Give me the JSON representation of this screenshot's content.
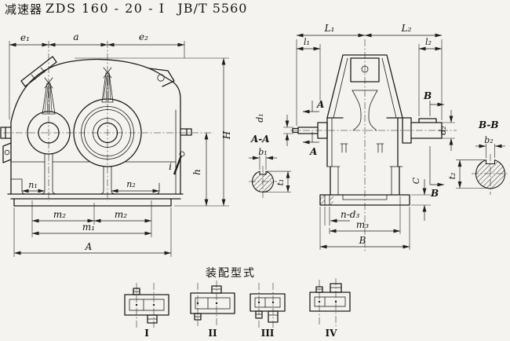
{
  "title": {
    "product": "减速器",
    "model": "ZDS 160 - 20 - I",
    "standard": "JB/T 5560"
  },
  "front_view": {
    "dim_e1": "e₁",
    "dim_a": "a",
    "dim_e2": "e₂",
    "dim_H": "H",
    "dim_h": "h",
    "dim_n1": "n₁",
    "dim_n2": "n₂",
    "dim_m2_left": "m₂",
    "dim_m2_right": "m₂",
    "dim_m1": "m₁",
    "dim_A": "A",
    "label_i": "i"
  },
  "side_view": {
    "dim_L1": "L₁",
    "dim_L2": "L₂",
    "dim_l1": "l₁",
    "dim_l2": "l₂",
    "section_a_top": "A",
    "section_a_bottom": "A",
    "section_b_top": "B",
    "section_b_bottom": "B",
    "dim_d1": "d₁",
    "dim_d2": "d₂",
    "dim_C": "C",
    "dim_n_d3": "n-d₃",
    "dim_m3": "m₃",
    "dim_B": "B"
  },
  "section_aa": {
    "label": "A-A",
    "dim_b1": "b₁",
    "dim_t1": "t₁"
  },
  "section_bb": {
    "label": "B-B",
    "dim_b2": "b₂",
    "dim_t2": "t₂"
  },
  "assembly": {
    "heading": "装配型式",
    "type_labels": [
      "I",
      "II",
      "III",
      "IV"
    ]
  },
  "colors": {
    "line": "#1d1d1d",
    "paper": "#f4f3ef"
  }
}
